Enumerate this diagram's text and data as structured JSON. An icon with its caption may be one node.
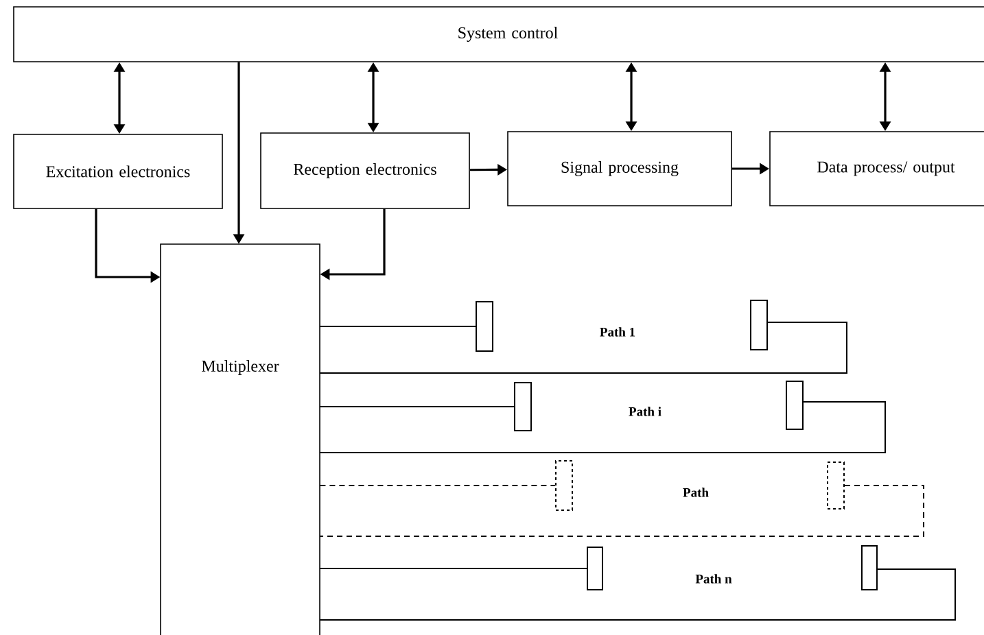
{
  "diagram": {
    "nodes": [
      {
        "text": [
          "System control"
        ]
      },
      {
        "text": [
          "Excitation electronics"
        ]
      },
      {
        "text": [
          "Reception electronics"
        ]
      },
      {
        "text": [
          "Signal processing"
        ]
      },
      {
        "text": [
          "Data process/ output"
        ]
      },
      {
        "text": [
          "Multiplexer"
        ]
      },
      {
        "text": [],
        "shape": "box"
      },
      {
        "text": [],
        "shape": "box"
      },
      {
        "text": [],
        "shape": "box"
      },
      {
        "text": [],
        "shape": "box"
      },
      {
        "text": [],
        "shape": "box"
      },
      {
        "text": [],
        "shape": "box"
      },
      {
        "text": [],
        "shape": "box"
      },
      {
        "text": [],
        "shape": "box"
      }
    ],
    "edges": [
      {
        "from": 0,
        "to": 1,
        "arrow": "both"
      },
      {
        "from": 0,
        "to": 5,
        "arrow": "to"
      },
      {
        "from": 0,
        "to": 2,
        "arrow": "both"
      },
      {
        "from": 0,
        "to": 3,
        "arrow": "both"
      },
      {
        "from": 0,
        "to": 4,
        "arrow": "both"
      },
      {
        "from": 2,
        "to": 3,
        "arrow": "to"
      },
      {
        "from": 3,
        "to": 4,
        "arrow": "to"
      },
      {
        "from": 1,
        "to": 5,
        "arrow": "to"
      },
      {
        "from": 2,
        "to": 5,
        "arrow": "to"
      },
      {
        "from": 5,
        "to": 6,
        "arrow": "none"
      },
      {
        "from": 7,
        "to": 5,
        "arrow": "none"
      },
      {
        "from": 5,
        "to": 8,
        "arrow": "none"
      },
      {
        "from": 9,
        "to": 5,
        "arrow": "none"
      },
      {
        "from": 5,
        "to": 10,
        "arrow": "none",
        "style": "dashed"
      },
      {
        "from": 11,
        "to": 5,
        "arrow": "none",
        "style": "dashed"
      },
      {
        "from": 5,
        "to": 12,
        "arrow": "none"
      },
      {
        "from": 13,
        "to": 5,
        "arrow": "none"
      }
    ],
    "labels": [
      "Path 1",
      "Path i",
      "Path",
      "Path n"
    ]
  }
}
